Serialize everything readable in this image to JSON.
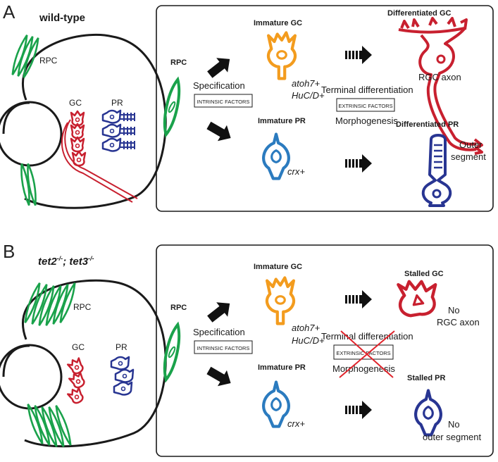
{
  "colors": {
    "rpc": "#1aa24b",
    "gc_immature": "#f39c1e",
    "gc": "#c8202f",
    "pr_immature": "#2b7bbf",
    "pr": "#283592",
    "stroke": "#1a1a1a"
  },
  "panel_a": {
    "letter": "A",
    "genotype": "wild-type",
    "eye": {
      "rpc": "RPC",
      "gc": "GC",
      "pr": "PR"
    },
    "rpc": "RPC",
    "specification": "Specification",
    "intrinsic": "INTRINSIC FACTORS",
    "immature_gc": "Immature GC",
    "gc_marker1": "atoh7+",
    "gc_marker2": "HuC/D+",
    "immature_pr": "Immature PR",
    "pr_marker": "crx+",
    "terminal": "Terminal differentiation",
    "extrinsic": "EXTRINSIC FACTORS",
    "morpho": "Morphogenesis",
    "diff_gc": "Differentiated GC",
    "rgc_axon": "RGC axon",
    "diff_pr": "Differentiated PR",
    "outer1": "Outer",
    "outer2": "segment"
  },
  "panel_b": {
    "letter": "B",
    "genotype_1": "tet2",
    "genotype_1_sup": "-/-",
    "genotype_sep": "; ",
    "genotype_2": "tet3",
    "genotype_2_sup": "-/-",
    "eye": {
      "rpc": "RPC",
      "gc": "GC",
      "pr": "PR"
    },
    "rpc": "RPC",
    "specification": "Specification",
    "intrinsic": "INTRINSIC FACTORS",
    "immature_gc": "Immature GC",
    "gc_marker1": "atoh7+",
    "gc_marker2": "HuC/D+",
    "immature_pr": "Immature PR",
    "pr_marker": "crx+",
    "terminal": "Terminal differentiation",
    "extrinsic": "EXTRINSIC FACTORS",
    "morpho": "Morphogenesis",
    "stalled_gc": "Stalled GC",
    "no_axon1": "No",
    "no_axon2": "RGC axon",
    "stalled_pr": "Stalled PR",
    "no_outer1": "No",
    "no_outer2": "outer segment"
  }
}
